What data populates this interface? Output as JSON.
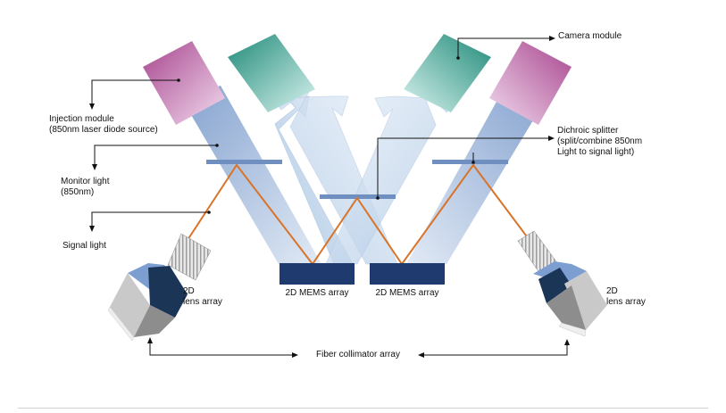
{
  "labels": {
    "camera_module": "Camera module",
    "injection_module_l1": "Injection module",
    "injection_module_l2": "(850nm laser diode source)",
    "dichroic_l1": "Dichroic splitter",
    "dichroic_l2": "(split/combine 850nm",
    "dichroic_l3": "Light to signal light)",
    "monitor_light_l1": "Monitor light",
    "monitor_light_l2": "(850nm)",
    "signal_light": "Signal light",
    "lens_left_l1": "2D",
    "lens_left_l2": "lens array",
    "lens_right_l1": "2D",
    "lens_right_l2": "lens array",
    "mems_left": "2D MEMS array",
    "mems_right": "2D MEMS array",
    "fiber_collimator": "Fiber collimator array"
  },
  "colors": {
    "injection_module": "#b8559e",
    "camera_module": "#2f9a88",
    "beam_blue": "#7f9fcc",
    "beam_light": "#c8ddef",
    "signal_orange": "#d8742a",
    "splitter": "#6f8fc0",
    "mems": "#1f3a6e",
    "lens_dark": "#1b3557",
    "lens_grey": "#8d8d8d",
    "callout": "#111111"
  }
}
